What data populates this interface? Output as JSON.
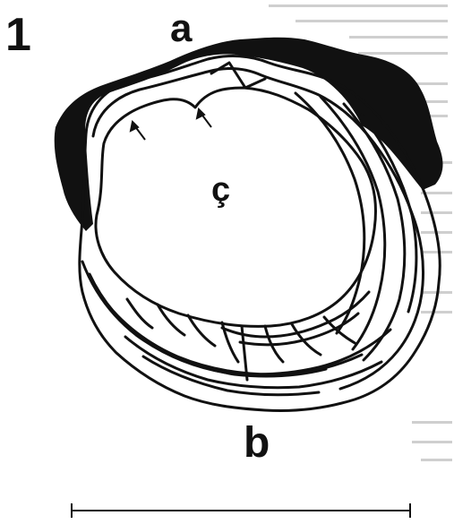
{
  "figure": {
    "panel_number": "1",
    "labels": {
      "a": "a",
      "b": "b",
      "c": "ç"
    },
    "colors": {
      "ink": "#111111",
      "paper": "#ffffff",
      "bleed_through": "#cfcfcf"
    }
  }
}
